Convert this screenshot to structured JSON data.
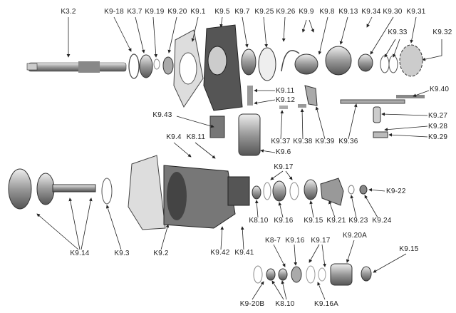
{
  "labels": {
    "k3_2": "K3.2",
    "k9_18": "K9-18",
    "k3_7": "K3.7",
    "k9_19": "K9.19",
    "k9_20": "K9.20",
    "k9_1": "K9.1",
    "k9_5": "K9.5",
    "k9_7": "K9.7",
    "k9_25": "K9.25",
    "k9_26": "K9.26",
    "k9_9": "K9.9",
    "k9_8": "K9.8",
    "k9_13": "K9.13",
    "k9_34": "K9.34",
    "k9_30": "K9.30",
    "k9_31": "K9.31",
    "k9_33": "K9.33",
    "k9_32": "K9.32",
    "k9_11": "K9.11",
    "k9_12": "K9.12",
    "k9_40": "K9.40",
    "k9_43": "K9.43",
    "k9_37": "K9.37",
    "k9_38": "K9.38",
    "k9_39": "K9.39",
    "k9_36": "K9.36",
    "k9_27": "K9.27",
    "k9_28": "K9.28",
    "k9_29": "K9.29",
    "k9_6": "K9.6",
    "k9_4": "K9.4",
    "k8_11": "K8.11",
    "k9_17_a": "K9.17",
    "k9_22": "K9-22",
    "k8_10_a": "K8.10",
    "k9_16_a": "K9.16",
    "k9_15_a": "K9.15",
    "k9_21": "K9.21",
    "k9_23": "K9.23",
    "k9_24": "K9.24",
    "k9_14": "K9.14",
    "k9_3": "K9.3",
    "k9_2": "K9.2",
    "k9_42": "K9.42",
    "k9_41": "K9.41",
    "k8_7": "K8-7",
    "k9_16_b": "K9.16",
    "k9_17_b": "K9.17",
    "k9_20a": "K9.20A",
    "k9_15_b": "K9.15",
    "k9_20b": "K9-20B",
    "k8_10_b": "K8.10",
    "k9_16a": "K9.16A"
  }
}
